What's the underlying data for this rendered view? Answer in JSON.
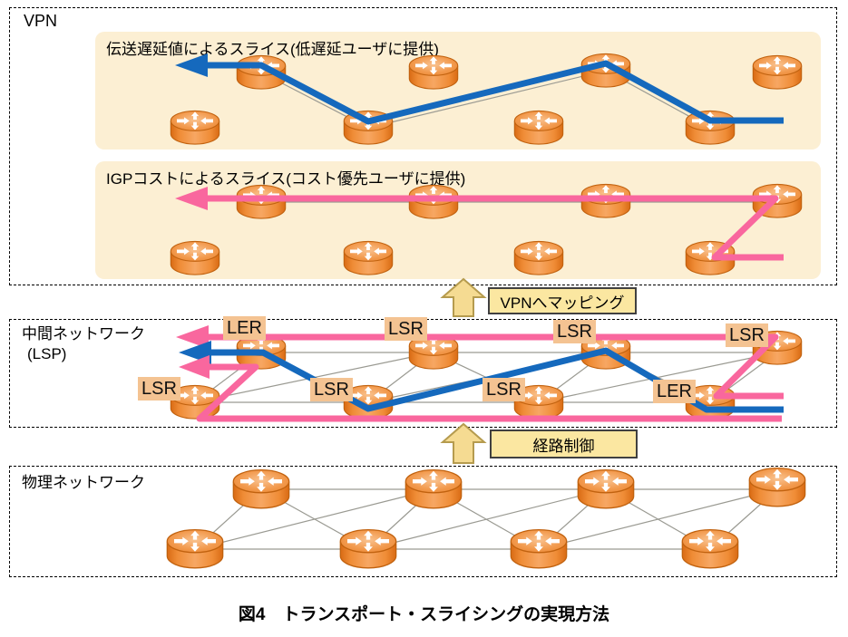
{
  "figure": {
    "caption": "図4　トランスポート・スライシングの実現方法"
  },
  "vpn": {
    "label": "VPN",
    "panel_low_latency": {
      "title": "伝送遅延値によるスライス(低遅延ユーザに提供)"
    },
    "panel_igp_cost": {
      "title": "IGPコストによるスライス(コスト優先ユーザに提供)"
    }
  },
  "mapping_callout": {
    "label": "VPNへマッピング"
  },
  "routing_callout": {
    "label": "経路制御"
  },
  "middle_network": {
    "label_line1": "中間ネットワーク",
    "label_line2": "(LSP)",
    "tags": [
      {
        "label": "LER"
      },
      {
        "label": "LSR"
      },
      {
        "label": "LSR"
      },
      {
        "label": "LSR"
      },
      {
        "label": "LSR"
      },
      {
        "label": "LSR"
      },
      {
        "label": "LSR"
      },
      {
        "label": "LER"
      }
    ]
  },
  "physical_network": {
    "label": "物理ネットワーク"
  },
  "icons": {
    "router": "router-icon",
    "up_arrow": "block-up-arrow-icon"
  },
  "colors": {
    "slice_low_latency_path": "#1569bd",
    "slice_igp_cost_path": "#f9679e",
    "panel_background": "#fcefd3",
    "tag_background": "#f4c392",
    "callout_background": "#fbe7a1",
    "block_arrow_fill": "#f5db92",
    "router_orange": "#e87e2b",
    "link_gray": "#9a9a92"
  }
}
